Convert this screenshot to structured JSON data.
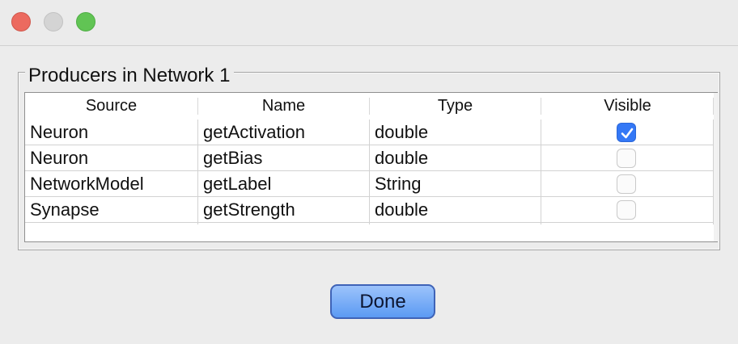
{
  "window": {
    "controls": {
      "close": "close-icon",
      "minimize": "minimize-icon",
      "maximize": "maximize-icon"
    }
  },
  "group": {
    "title": "Producers in Network 1"
  },
  "table": {
    "headers": [
      "Source",
      "Name",
      "Type",
      "Visible"
    ],
    "rows": [
      {
        "source": "Neuron",
        "name": "getActivation",
        "type": "double",
        "visible": true
      },
      {
        "source": "Neuron",
        "name": "getBias",
        "type": "double",
        "visible": false
      },
      {
        "source": "NetworkModel",
        "name": "getLabel",
        "type": "String",
        "visible": false
      },
      {
        "source": "Synapse",
        "name": "getStrength",
        "type": "double",
        "visible": false
      }
    ]
  },
  "buttons": {
    "done": "Done"
  },
  "colors": {
    "accent": "#3478f6",
    "close": "#ec6a5f",
    "maximize": "#61c454"
  }
}
